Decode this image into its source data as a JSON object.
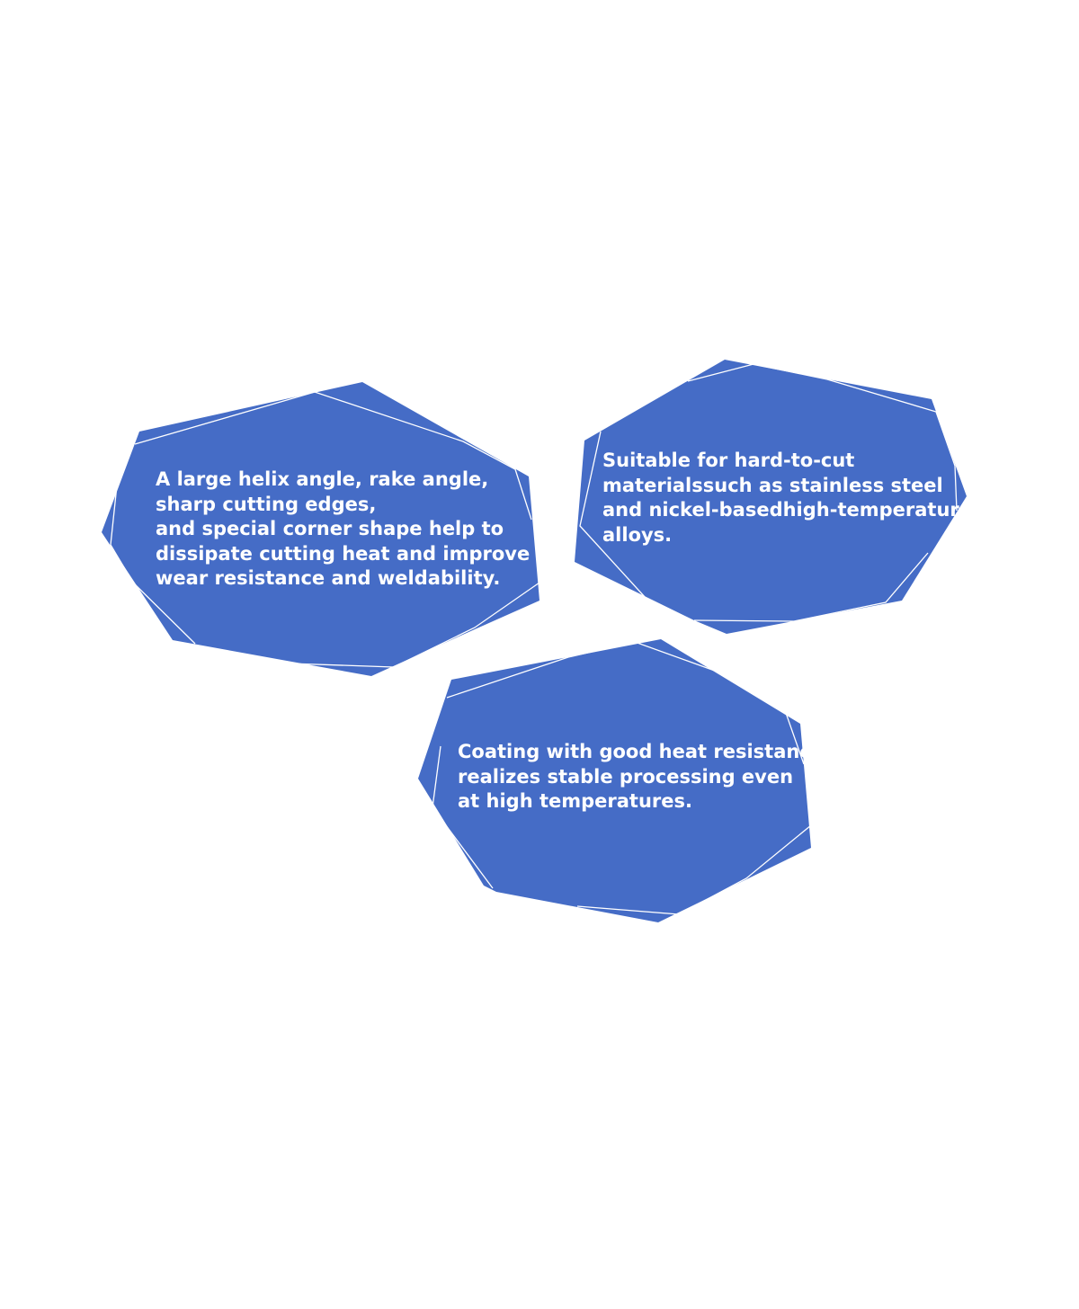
{
  "accent_color": "#456CC6",
  "line_color": "#FFFFFF",
  "shape_kind": "irregular-octagon",
  "features": [
    {
      "id": "feature-1",
      "text": "A large helix angle, rake angle,\nsharp cutting edges,\nand special corner shape help to\ndissipate cutting heat and improve\nwear resistance and weldability."
    },
    {
      "id": "feature-2",
      "text": "Suitable for hard-to-cut\nmaterialssuch as stainless steel\nand nickel-basedhigh-temperature\nalloys."
    },
    {
      "id": "feature-3",
      "text": "Coating with good heat resistance\nrealizes stable processing even\nat high temperatures."
    }
  ]
}
